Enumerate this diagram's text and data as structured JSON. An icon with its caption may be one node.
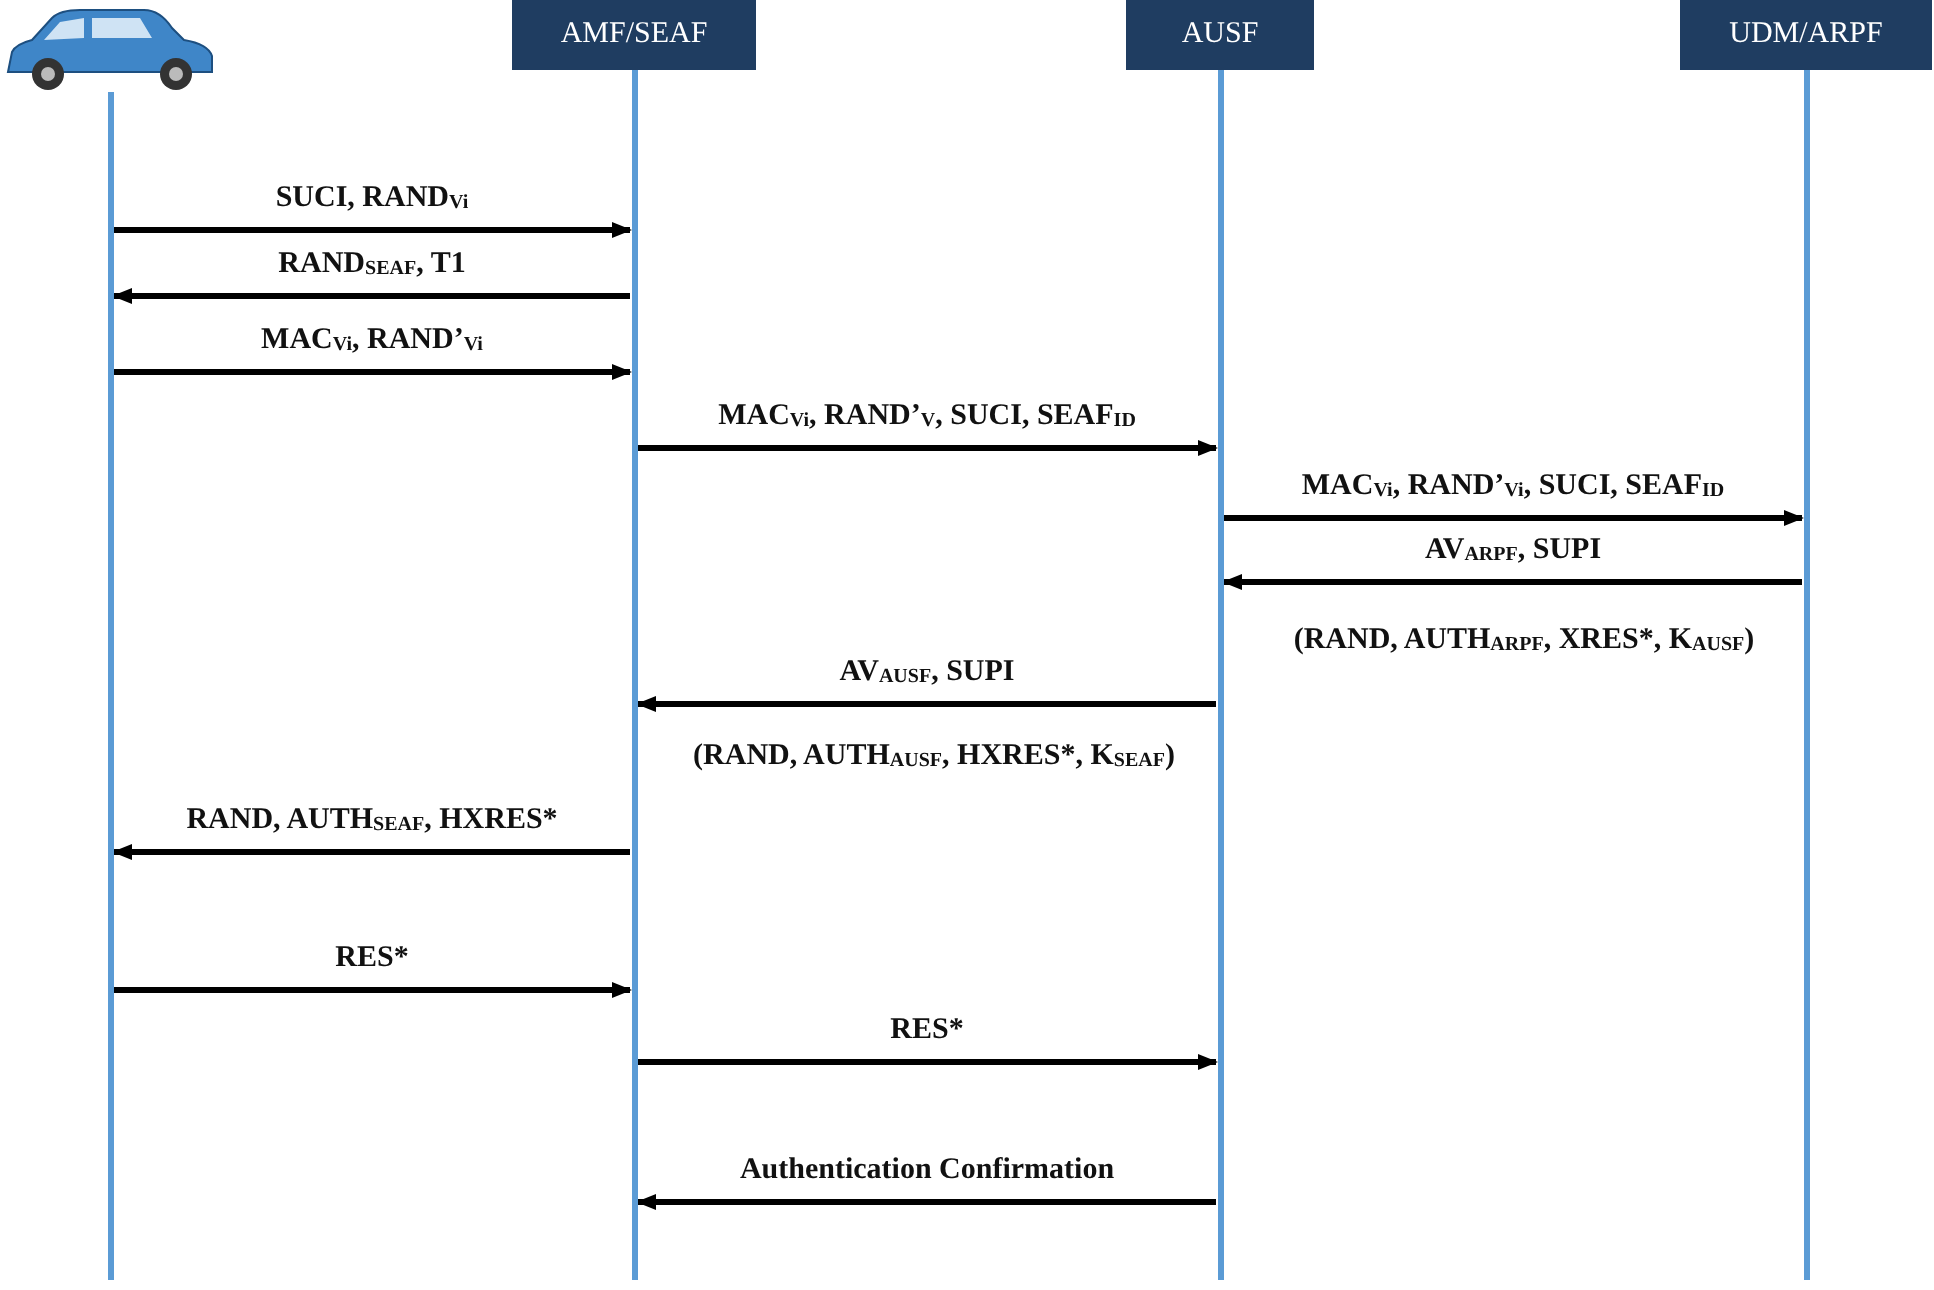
{
  "diagram": {
    "nodes": [
      {
        "text": [],
        "shape": "picture"
      },
      {
        "text": [
          "AMF/SEAF"
        ]
      },
      {
        "text": [
          "AUSF"
        ]
      },
      {
        "text": [
          "UDM/ARPF"
        ]
      }
    ],
    "edges": [
      {
        "from": 0,
        "to": 1,
        "arrow": "to",
        "label": "SUCI, RAND$_{Vi}$"
      },
      {
        "from": 1,
        "to": 0,
        "arrow": "to",
        "label": "RAND$_{SEAF}$, T1"
      },
      {
        "from": 0,
        "to": 1,
        "arrow": "to",
        "label": "MAC$_{Vi}$, RAND’$_{Vi}$"
      },
      {
        "from": 1,
        "to": 2,
        "arrow": "to",
        "label": "MAC$_{Vi}$, RAND’$_{V}$, SUCI, SEAF$_{ID}$"
      },
      {
        "from": 2,
        "to": 3,
        "arrow": "to",
        "label": "MAC$_{Vi}$, RAND’$_{Vi}$, SUCI, SEAF$_{ID}$"
      },
      {
        "from": 3,
        "to": 2,
        "arrow": "to",
        "label": "AV$_{ARPF}$, SUPI"
      },
      {
        "from": 2,
        "to": 1,
        "arrow": "to",
        "label": "AV$_{AUSF}$, SUPI"
      },
      {
        "from": 1,
        "to": 0,
        "arrow": "to",
        "label": "RAND, AUTH$_{SEAF}$, HXRES*"
      },
      {
        "from": 0,
        "to": 1,
        "arrow": "to",
        "label": "RES*"
      },
      {
        "from": 1,
        "to": 2,
        "arrow": "to",
        "label": "RES*"
      },
      {
        "from": 2,
        "to": 1,
        "arrow": "to",
        "label": "Authentication Confirmation"
      }
    ],
    "labels": [
      "(RAND, AUTH$_{ARPF}$, XRES*, K$_{AUSF}$)",
      "(RAND, AUTH$_{AUSF}$, HXRES*, K$_{SEAF}$)"
    ]
  }
}
